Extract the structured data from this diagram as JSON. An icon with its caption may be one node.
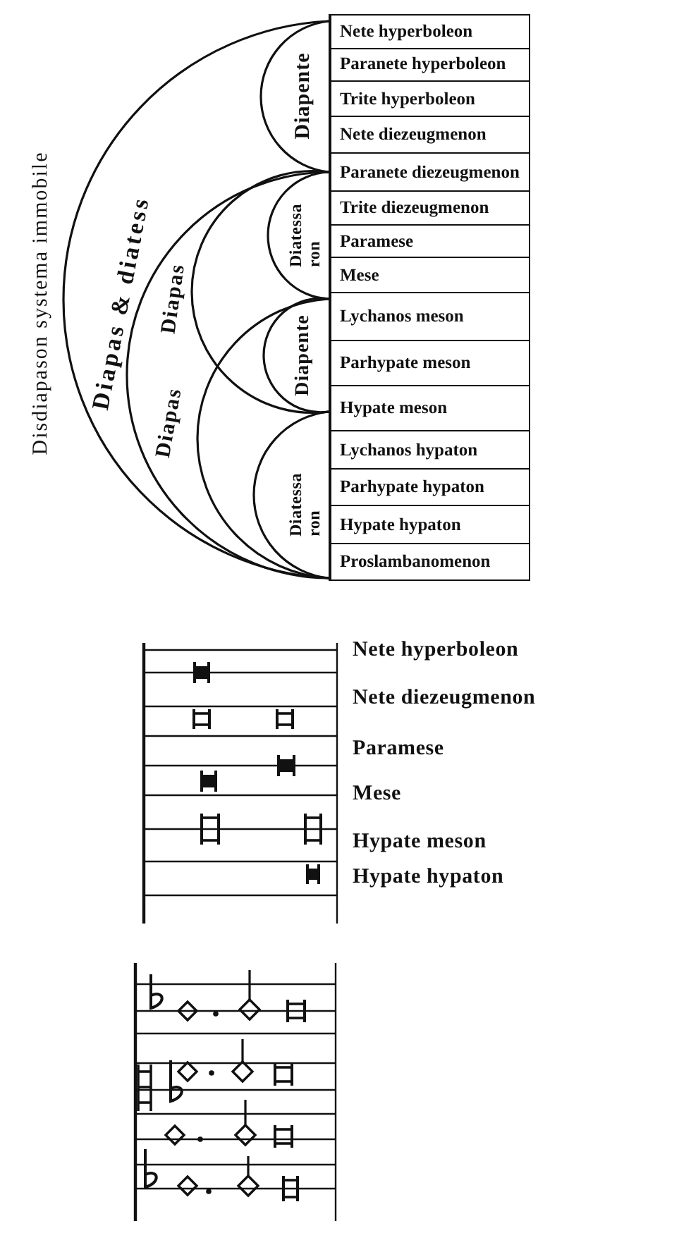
{
  "diagram": {
    "nodes": [
      {
        "text": [],
        "shape": "arc",
        "beside": [
          "Disdiapason systema immobile"
        ]
      },
      {
        "text": [
          "Diapente"
        ],
        "in": 0
      },
      {
        "text": [],
        "shape": "arc",
        "beside": [
          "Diapas & diatess"
        ],
        "in": 0
      },
      {
        "text": [],
        "shape": "arc",
        "beside": [
          "Diapas"
        ],
        "in": 2
      },
      {
        "text": [
          "Diatessa ron"
        ],
        "in": 3
      },
      {
        "text": [],
        "shape": "arc",
        "beside": [
          "Diapas"
        ],
        "in": 2
      },
      {
        "text": [
          "Diapente"
        ]
      },
      {
        "text": [
          "Diatessa ron"
        ],
        "in": 5
      }
    ],
    "labels": [
      "Nete hyperboleon",
      "Paranete hyperboleon",
      "Trite hyperboleon",
      "Nete diezeugmenon",
      "Paranete diezeugmenon",
      "Trite diezeugmenon",
      "Paramese",
      "Mese",
      "Lychanos meson",
      "Parhypate meson",
      "Hypate meson",
      "Lychanos hypaton",
      "Parhypate hypaton",
      "Hypate hypaton",
      "Proslambanomenon",
      "Nete hyperboleon",
      "Nete diezeugmenon",
      "Paramese",
      "Mese",
      "Hypate meson",
      "Hypate hypaton"
    ]
  }
}
